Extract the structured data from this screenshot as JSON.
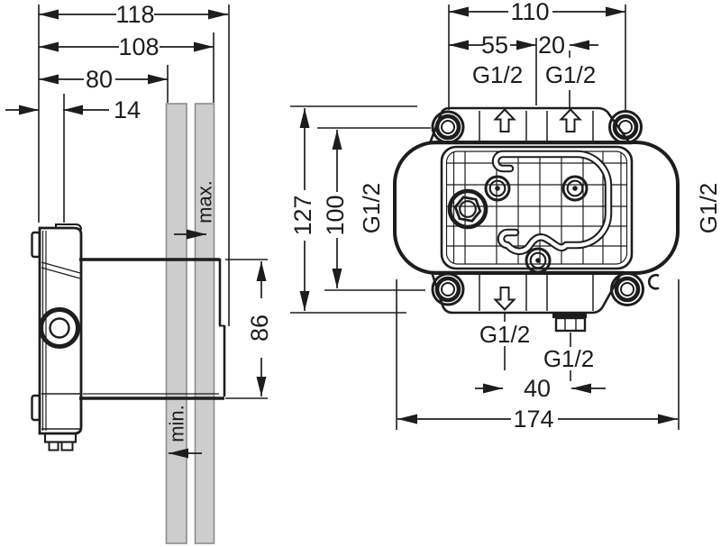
{
  "colors": {
    "line": "#1d1d1d",
    "wall_fill": "#cdcdcd",
    "wall_stroke": "#8d8d8d"
  },
  "views": {
    "side": {
      "dims": {
        "overall_depth": "118",
        "to_finished_wall": "108",
        "to_base_wall": "80",
        "flange": "14",
        "height": "86"
      },
      "wall_marks": {
        "max": "max.",
        "min": "min."
      }
    },
    "front": {
      "dims": {
        "hole_span_width": "110",
        "center_to_hole": "55",
        "port_offset_top": "20",
        "overall_height": "127",
        "hole_span_height": "100",
        "port_offset_bottom": "40",
        "overall_width": "174"
      },
      "ports": {
        "top_left": "G1/2",
        "top_right": "G1/2",
        "side_left": "G1/2",
        "side_right": "G1/2",
        "bottom_center": "G1/2",
        "bottom_outlet": "G1/2"
      }
    }
  }
}
